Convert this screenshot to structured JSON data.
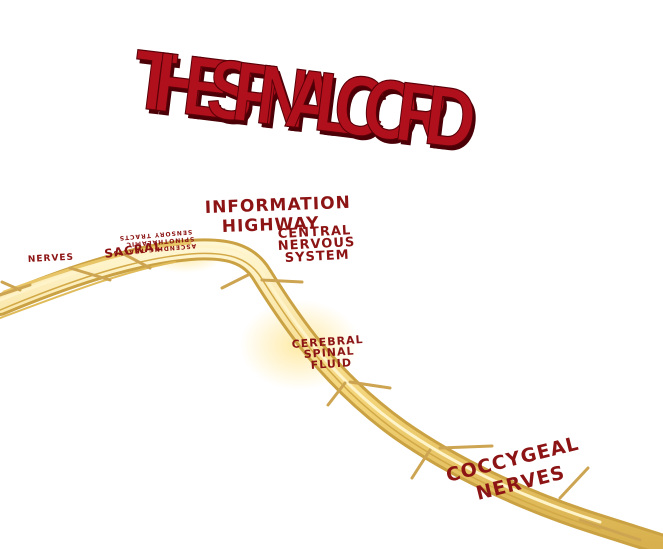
{
  "title": "THE SPINAL CORD",
  "labels": {
    "information_highway": [
      "INFORMATION",
      "HIGHWAY"
    ],
    "central_nervous_system": [
      "CENTRAL",
      "NERVOUS",
      "SYSTEM"
    ],
    "cerebral_spinal_fluid": [
      "CEREBRAL",
      "SPINAL",
      "FLUID"
    ],
    "coccygeal_nerves": [
      "COCCYGEAL",
      "NERVES"
    ],
    "sacral": "SACRAL",
    "nerves_left": "NERVES",
    "tracts_lines": [
      "SENSORY TRACTS",
      "SPINOTHALAMIC",
      "ASCENDING TRACTS"
    ]
  },
  "colors": {
    "title": "#b0101c",
    "label": "#8c1414",
    "cord": "#f0cf6e",
    "cord_highlight": "#fff3c4",
    "background": "#ffffff"
  }
}
